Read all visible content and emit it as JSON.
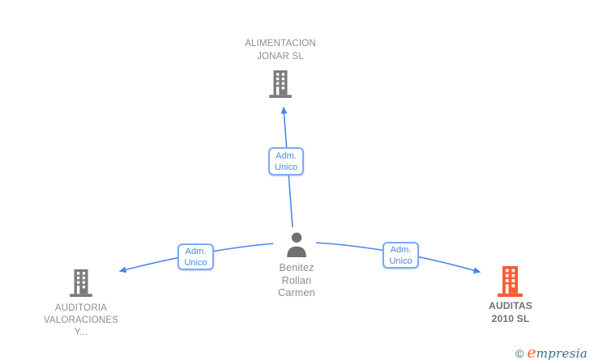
{
  "diagram": {
    "nodes": {
      "company_top": {
        "kind": "company",
        "name_lines": [
          "ALIMENTACION",
          "JONAR SL"
        ],
        "icon": "building-icon",
        "icon_color": "#7b7b7b"
      },
      "person_center": {
        "kind": "person",
        "name_lines": [
          "Benitez",
          "Rollan",
          "Carmen"
        ],
        "icon": "person-icon",
        "icon_color": "#717171"
      },
      "company_left": {
        "kind": "company",
        "name_lines": [
          "AUDITORIA",
          "VALORACIONES",
          "Y..."
        ],
        "icon": "building-icon",
        "icon_color": "#7b7b7b"
      },
      "company_right": {
        "kind": "company",
        "name_lines": [
          "AUDITAS",
          "2010 SL"
        ],
        "icon": "building-icon",
        "icon_color": "#ff5a33",
        "highlighted": true
      }
    },
    "edges": [
      {
        "from": "person_center",
        "to": "company_top",
        "label_lines": [
          "Adm.",
          "Unico"
        ]
      },
      {
        "from": "person_center",
        "to": "company_left",
        "label_lines": [
          "Adm.",
          "Unico"
        ]
      },
      {
        "from": "person_center",
        "to": "company_right",
        "label_lines": [
          "Adm.",
          "Unico"
        ]
      }
    ],
    "colors": {
      "edge_blue": "#4a86e8",
      "edge_label_border": "#7baaf7",
      "node_text_gray": "#8d8d8d",
      "node_text_bold_gray": "#6f6f6f",
      "icon_gray": "#7b7b7b",
      "icon_orange": "#ff5a33",
      "background": "#ffffff"
    }
  },
  "footer": {
    "copyright": "©",
    "brand_first": "e",
    "brand_rest": "mpresia"
  }
}
